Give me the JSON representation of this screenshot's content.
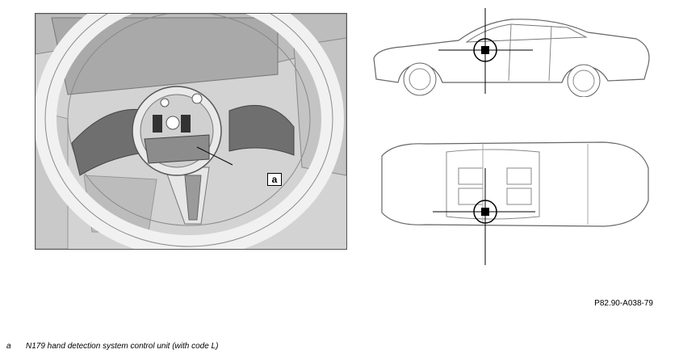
{
  "figure": {
    "callout_label": "a",
    "reference_code": "P82.90-A038-79"
  },
  "legend": [
    {
      "key": "a",
      "text": "N179 hand detection system control unit (with code L)"
    }
  ]
}
